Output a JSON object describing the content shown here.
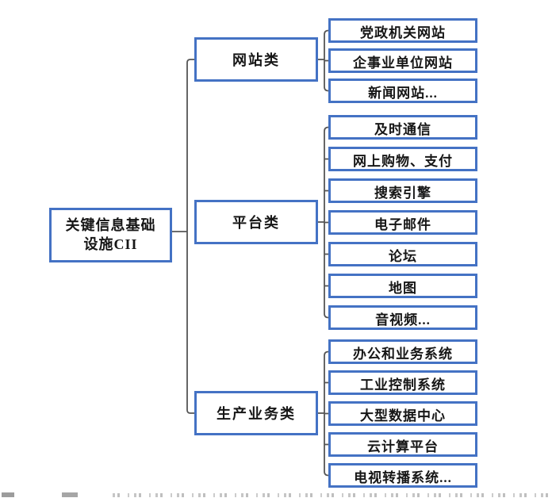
{
  "diagram": {
    "title_semantic": "Critical Information Infrastructure (CII) classification tree",
    "root": {
      "label": "关键信息基础设施CII",
      "label_lines": [
        "关键信息基础",
        "设施CII"
      ]
    },
    "groups": [
      {
        "label": "网站类",
        "children": [
          "党政机关网站",
          "企事业单位网站",
          "新闻网站..."
        ]
      },
      {
        "label": "平台类",
        "children": [
          "及时通信",
          "网上购物、支付",
          "搜索引擎",
          "电子邮件",
          "论坛",
          "地图",
          "音视频..."
        ]
      },
      {
        "label": "生产业务类",
        "children": [
          "办公和业务系统",
          "工业控制系统",
          "大型数据中心",
          "云计算平台",
          "电视转播系统..."
        ]
      }
    ],
    "colors": {
      "box_border": "#4472C4",
      "connector": "#565656",
      "text": "#161616",
      "background": "#FFFFFF"
    }
  }
}
